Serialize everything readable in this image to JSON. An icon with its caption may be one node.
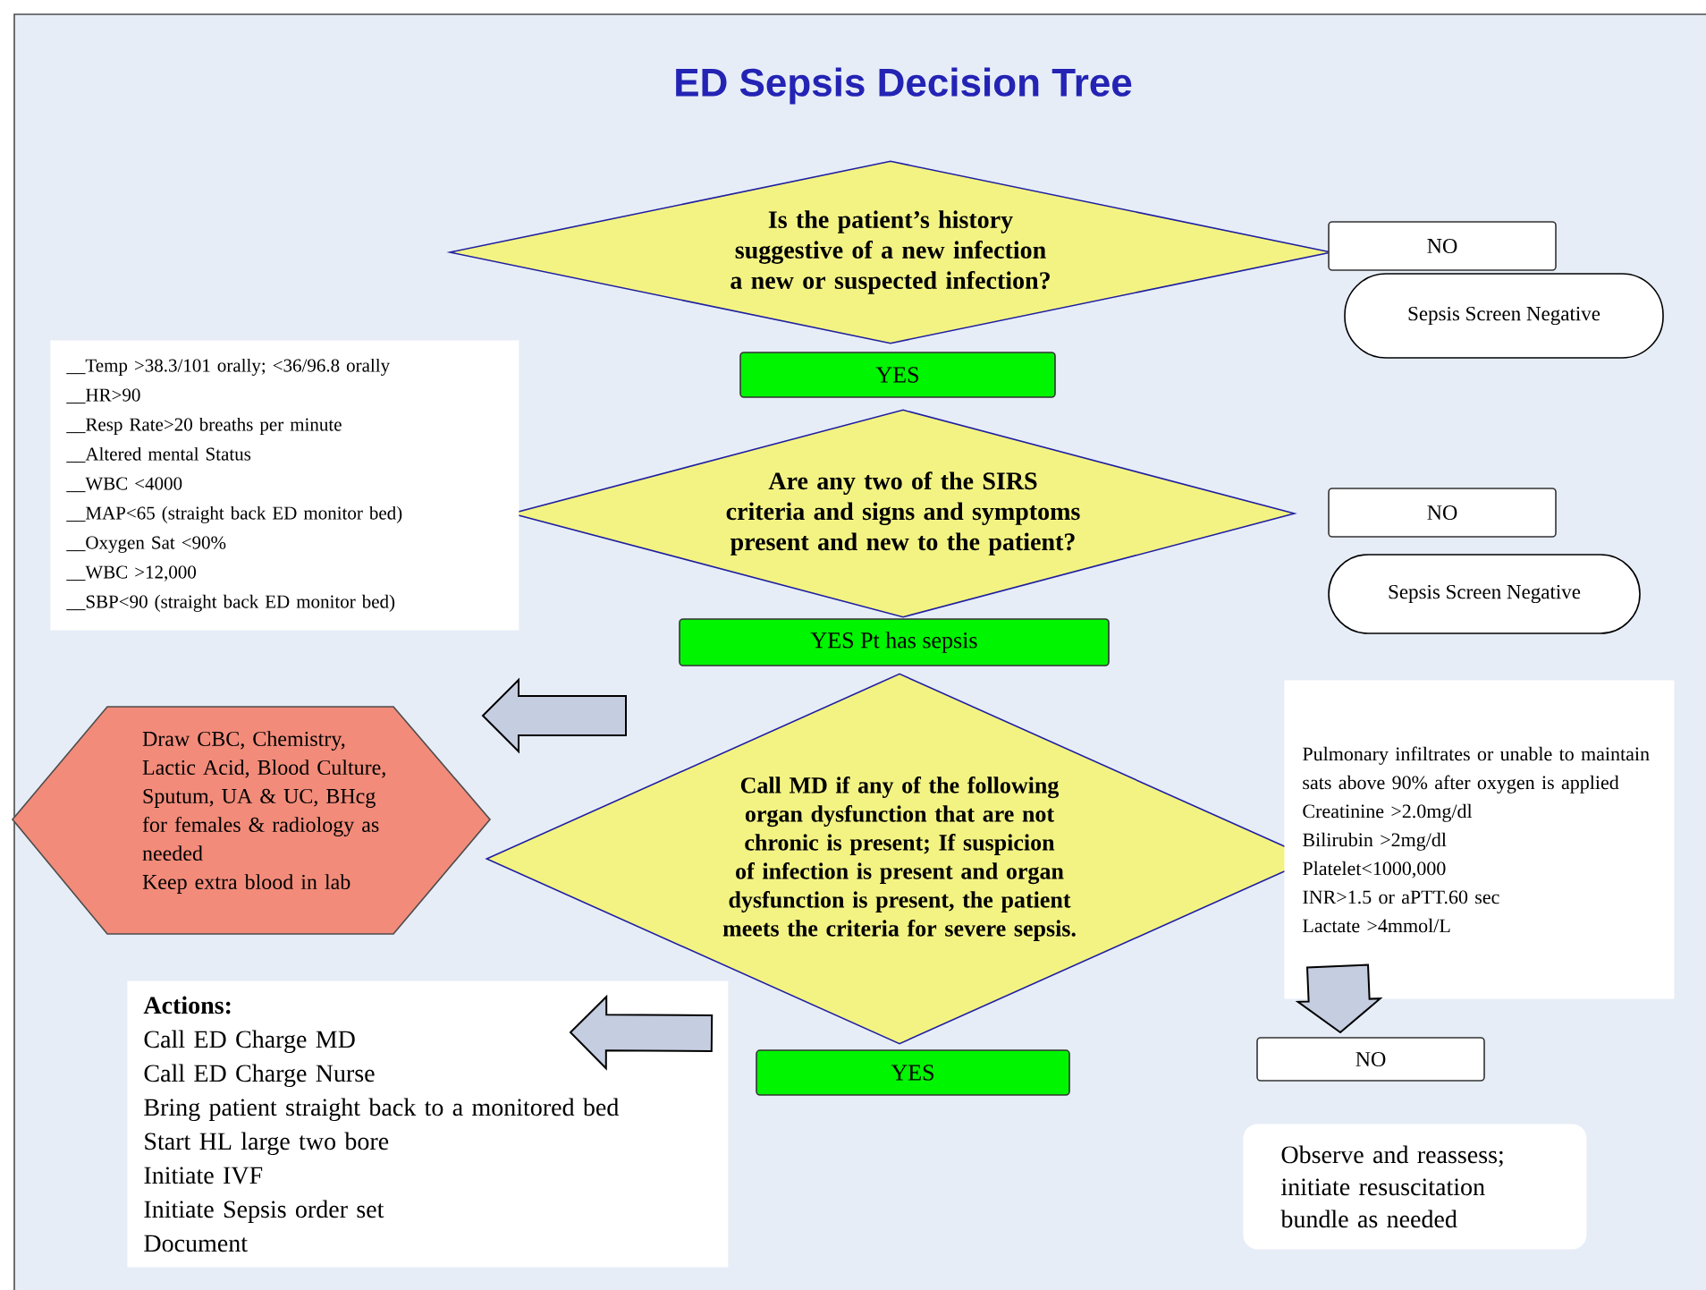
{
  "diagram": {
    "title": "ED Sepsis Decision Tree",
    "nodes": [
      {
        "text": [
          "Is the patient’s history suggestive of a new infection a new or suspected infection?"
        ]
      },
      {
        "text": [
          "NO"
        ]
      },
      {
        "text": [
          "Sepsis Screen Negative"
        ]
      },
      {
        "text": [
          "YES"
        ]
      },
      {
        "text": [
          "Are any two of the SIRS criteria and signs and symptoms present and new to the patient?"
        ]
      },
      {
        "text": [
          "NO"
        ]
      },
      {
        "text": [
          "Sepsis Screen Negative"
        ]
      },
      {
        "text": [
          "__Temp >38.3/101 orally; <36/96.8 orally",
          "__HR>90",
          "__Resp Rate>20 breaths per minute",
          "__Altered mental Status",
          "__WBC <4000",
          "__MAP<65 (straight back ED monitor bed)",
          "__Oxygen Sat <90%",
          "__WBC >12,000",
          "__SBP<90 (straight back ED monitor bed)"
        ]
      },
      {
        "text": [
          "YES Pt has sepsis"
        ]
      },
      {
        "text": [
          "Call MD if any of the following organ dysfunction that are not chronic is present; If suspicion of infection is present and organ dysfunction is present, the patient meets the criteria for severe sepsis."
        ]
      },
      {
        "text": [
          "Draw CBC, Chemistry, Lactic Acid, Blood Culture, Sputum, UA & UC, BHcg for females & radiology as needed",
          "Keep extra blood in lab"
        ]
      },
      {
        "text": [
          "Pulmonary infiltrates or unable to maintain sats above 90% after oxygen is applied",
          "Creatinine >2.0mg/dl",
          "Bilirubin >2mg/dl",
          "Platelet<1000,000",
          "INR>1.5 or aPTT.60 sec",
          "Lactate >4mmol/L"
        ]
      },
      {
        "text": [
          "Actions:",
          "Call ED Charge MD",
          "Call ED Charge Nurse",
          "Bring patient straight back to a monitored bed",
          "Start HL large two bore",
          "Initiate IVF",
          "Initiate Sepsis order set",
          "Document"
        ]
      },
      {
        "text": [
          "YES"
        ]
      },
      {
        "text": [
          "NO"
        ]
      },
      {
        "text": [
          "Observe and reassess; initiate resuscitation bundle as needed"
        ]
      }
    ],
    "edges": [
      {
        "from": 9,
        "to": 10,
        "arrow": "to"
      },
      {
        "from": 9,
        "to": 12,
        "arrow": "to"
      },
      {
        "from": 11,
        "to": 14,
        "arrow": "to"
      }
    ]
  }
}
